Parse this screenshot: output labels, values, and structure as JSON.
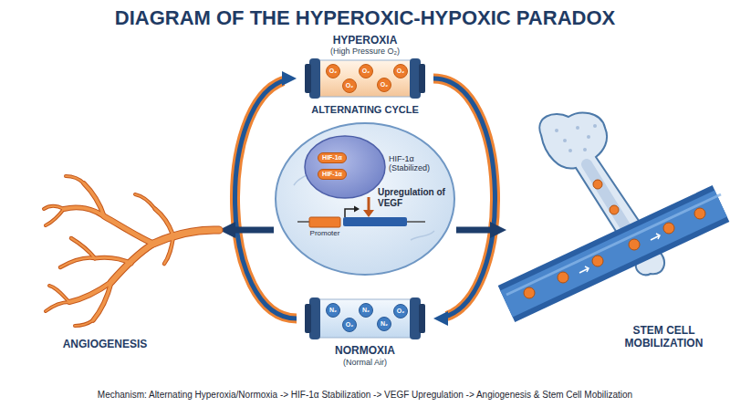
{
  "diagram": {
    "title": "DIAGRAM OF THE HYPEROXIC-HYPOXIC PARADOX",
    "caption": "Mechanism: Alternating Hyperoxia/Normoxia -> HIF-1α Stabilization -> VEGF Upregulation -> Angiogenesis & Stem Cell Mobilization",
    "nodes": [
      {
        "text": [
          "HYPEROXIA",
          "(High Pressure O₂)"
        ]
      },
      {
        "text": [
          "HIF-1α (Stabilized)",
          "Upregulation of VEGF"
        ]
      },
      {
        "text": [
          "HIF-1α"
        ],
        "in": 1
      },
      {
        "text": [
          "HIF-1α"
        ],
        "in": 1
      },
      {
        "text": [
          "Promoter"
        ],
        "in": 1
      },
      {
        "text": [
          "ANGIOGENESIS"
        ]
      },
      {
        "text": [
          "STEM CELL MOBILIZATION"
        ]
      },
      {
        "text": [
          "NORMOXIA",
          "(Normal Air)"
        ]
      }
    ],
    "edges": [
      {
        "from": 0,
        "to": 7,
        "arrow": "to"
      },
      {
        "from": 7,
        "to": 0,
        "arrow": "to"
      },
      {
        "from": 1,
        "to": 5,
        "arrow": "to"
      },
      {
        "from": 1,
        "to": 6,
        "arrow": "to"
      }
    ],
    "labels": [
      "ALTERNATING CYCLE",
      "O₂",
      "O₂",
      "O₂",
      "O₂",
      "O₂",
      "N₂",
      "O₂",
      "N₂",
      "N₂",
      "O₂"
    ]
  }
}
